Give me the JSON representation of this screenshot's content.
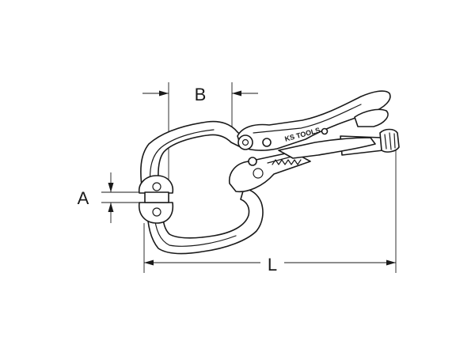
{
  "dimensions": {
    "a_label": "A",
    "b_label": "B",
    "l_label": "L"
  },
  "brand": {
    "logo_text": "KS TOOLS"
  }
}
